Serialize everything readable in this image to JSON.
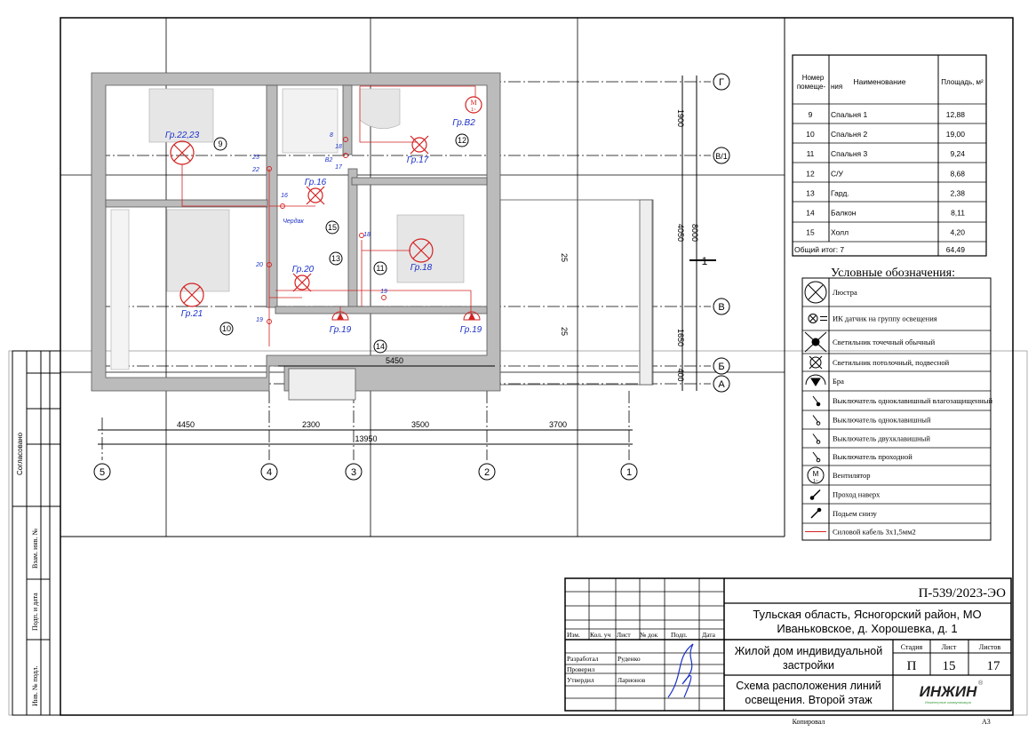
{
  "rooms_table": {
    "headers": {
      "number": "Номер помеще-ния",
      "number_l1": "Номер",
      "number_l2": "помеще-",
      "number_l3": "ния",
      "name": "Наименование",
      "area": "Площадь, м²"
    },
    "rows": [
      {
        "num": "9",
        "name": "Спальня 1",
        "area": "12,88"
      },
      {
        "num": "10",
        "name": "Спальня 2",
        "area": "19,00"
      },
      {
        "num": "11",
        "name": "Спальня 3",
        "area": "9,24"
      },
      {
        "num": "12",
        "name": "С/У",
        "area": "8,68"
      },
      {
        "num": "13",
        "name": "Гард.",
        "area": "2,38"
      },
      {
        "num": "14",
        "name": "Балкон",
        "area": "8,11"
      },
      {
        "num": "15",
        "name": "Холл",
        "area": "4,20"
      }
    ],
    "total_label": "Общий итог: 7",
    "total_area": "64,49"
  },
  "legend": {
    "title": "Условные обозначения:",
    "items": [
      {
        "icon": "chandelier-icon",
        "label": "Люстра"
      },
      {
        "icon": "ir-sensor-icon",
        "label": "ИК датчик на группу освещения"
      },
      {
        "icon": "spotlight-icon",
        "label": "Светильник точечный обычный"
      },
      {
        "icon": "ceiling-light-icon",
        "label": "Светильник потолочный, подвесной"
      },
      {
        "icon": "wall-sconce-icon",
        "label": "Бра"
      },
      {
        "icon": "switch-waterproof-icon",
        "label": "Выключатель одноклавишный влагозащищенный"
      },
      {
        "icon": "switch-single-icon",
        "label": "Выключатель одноклавишный"
      },
      {
        "icon": "switch-double-icon",
        "label": "Выключатель двухклавишный"
      },
      {
        "icon": "switch-passthrough-icon",
        "label": "Выключатель проходной"
      },
      {
        "icon": "fan-icon",
        "label": "Вентилятор"
      },
      {
        "icon": "pass-up-icon",
        "label": "Проход наверх"
      },
      {
        "icon": "rise-from-below-icon",
        "label": "Подьем снизу"
      },
      {
        "icon": "power-cable-icon",
        "label": "Силовой кабель 3х1,5мм2"
      }
    ]
  },
  "plan": {
    "rooms": [
      "9",
      "10",
      "11",
      "12",
      "13",
      "14",
      "15"
    ],
    "groups": {
      "g2223": "Гр.22,23",
      "g17": "Гр.17",
      "gb2": "Гр.В2",
      "g16": "Гр.16",
      "g18": "Гр.18",
      "g20": "Гр.20",
      "g21": "Гр.21",
      "g19": "Гр.19"
    },
    "attic": "Чердак",
    "switch_labels": [
      "8",
      "18",
      "В2",
      "17",
      "23",
      "22",
      "16",
      "18",
      "20",
      "19",
      "19"
    ],
    "fan_symbol": "M",
    "fan_sub": "1~",
    "slope": "25",
    "balcony_dim": "5450",
    "axes_x": [
      "5",
      "4",
      "3",
      "2",
      "1"
    ],
    "axes_y": [
      "Г",
      "В/1",
      "В",
      "Б",
      "А"
    ],
    "dims_bottom": [
      "4450",
      "2300",
      "3500",
      "3700"
    ],
    "dim_total": "13950",
    "dims_right": [
      "1900",
      "4050",
      "1650",
      "400"
    ],
    "dim_right_total": "8000",
    "section_mark": "1"
  },
  "side_stamp": {
    "agreed": "Согласовано",
    "inv_replace": "Взам. инв. №",
    "sign_date": "Подп. и дата",
    "inv_orig": "Инв. № подл."
  },
  "title_block": {
    "code": "П-539/2023-ЭО",
    "address_l1": "Тульская область, Ясногорский район, МО",
    "address_l2": "Иваньковское, д. Хорошевка, д. 1",
    "object_l1": "Жилой дом индивидуальной",
    "object_l2": "застройки",
    "sheet_title_l1": "Схема расположения линий",
    "sheet_title_l2": "освещения. Второй этаж",
    "stage_label": "Стадия",
    "sheet_label": "Лист",
    "sheets_label": "Листов",
    "stage": "П",
    "sheet": "15",
    "sheets": "17",
    "headers": [
      "Изм.",
      "Кол. уч",
      "Лист",
      "№ док",
      "Подп.",
      "Дата"
    ],
    "roles": [
      {
        "role": "Разработал",
        "name": "Руденко"
      },
      {
        "role": "Проверил",
        "name": ""
      },
      {
        "role": "Утвердил",
        "name": "Ларионов"
      }
    ],
    "logo": "ИНЖИН",
    "logo_reg": "®",
    "logo_sub": "Инженерные коммуникации",
    "copied": "Копировал",
    "format": "А3"
  }
}
